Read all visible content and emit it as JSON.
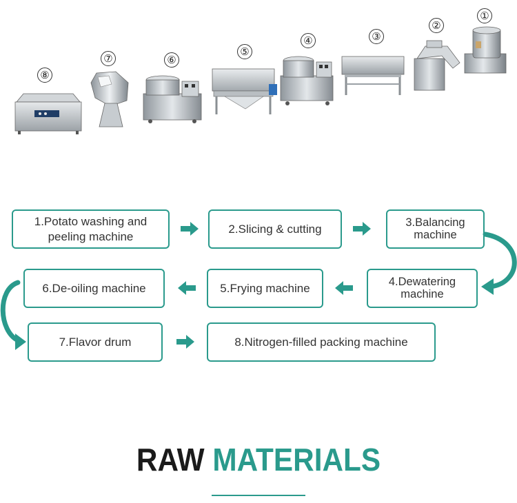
{
  "machines": [
    {
      "number": "①",
      "name": "machine-1-washing-peeling"
    },
    {
      "number": "②",
      "name": "machine-2-slicing"
    },
    {
      "number": "③",
      "name": "machine-3-balancing"
    },
    {
      "number": "④",
      "name": "machine-4-dewatering"
    },
    {
      "number": "⑤",
      "name": "machine-5-frying"
    },
    {
      "number": "⑥",
      "name": "machine-6-deoiling"
    },
    {
      "number": "⑦",
      "name": "machine-7-flavor-drum"
    },
    {
      "number": "⑧",
      "name": "machine-8-packing"
    }
  ],
  "steps": [
    {
      "label": "1.Potato washing and\npeeling machine"
    },
    {
      "label": "2.Slicing & cutting"
    },
    {
      "label": "3.Balancing\nmachine"
    },
    {
      "label": "4.Dewatering\nmachine"
    },
    {
      "label": "5.Frying machine"
    },
    {
      "label": "6.De-oiling machine"
    },
    {
      "label": "7.Flavor drum"
    },
    {
      "label": "8.Nitrogen-filled packing machine"
    }
  ],
  "title": {
    "part1": "RAW",
    "part2": "MATERIALS"
  },
  "colors": {
    "accent": "#2a9a8c",
    "text": "#333333",
    "metal": "#b8bec4"
  }
}
